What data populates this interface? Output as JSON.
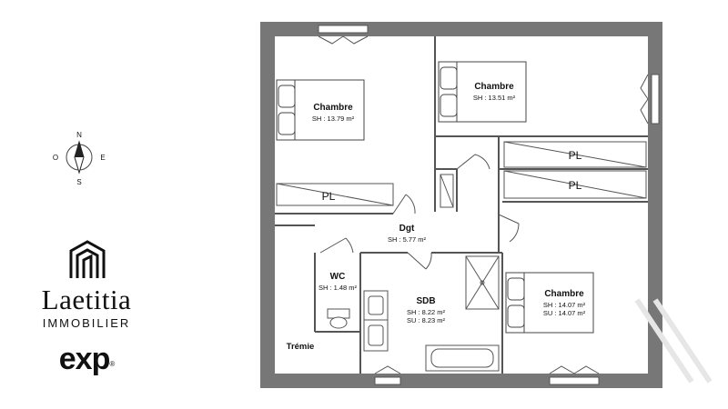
{
  "compass": {
    "n": "N",
    "s": "S",
    "e": "E",
    "w": "O"
  },
  "brand": {
    "name": "Laetitia",
    "subtitle": "IMMOBILIER",
    "network": "exp",
    "network_mark": "®"
  },
  "rooms": {
    "chambre_1": {
      "name": "Chambre",
      "sh": "SH : 13.79 m²"
    },
    "chambre_2": {
      "name": "Chambre",
      "sh": "SH : 13.51 m²"
    },
    "chambre_3": {
      "name": "Chambre",
      "sh": "SH : 14.07 m²",
      "su": "SU : 14.07 m²"
    },
    "dgt": {
      "name": "Dgt",
      "sh": "SH : 5.77 m²"
    },
    "wc": {
      "name": "WC",
      "sh": "SH : 1.48 m²"
    },
    "sdb": {
      "name": "SDB",
      "sh": "SH : 8.22 m²",
      "su": "SU : 8.23 m²"
    },
    "tremie": {
      "name": "Trémie"
    },
    "pl": "PL"
  }
}
